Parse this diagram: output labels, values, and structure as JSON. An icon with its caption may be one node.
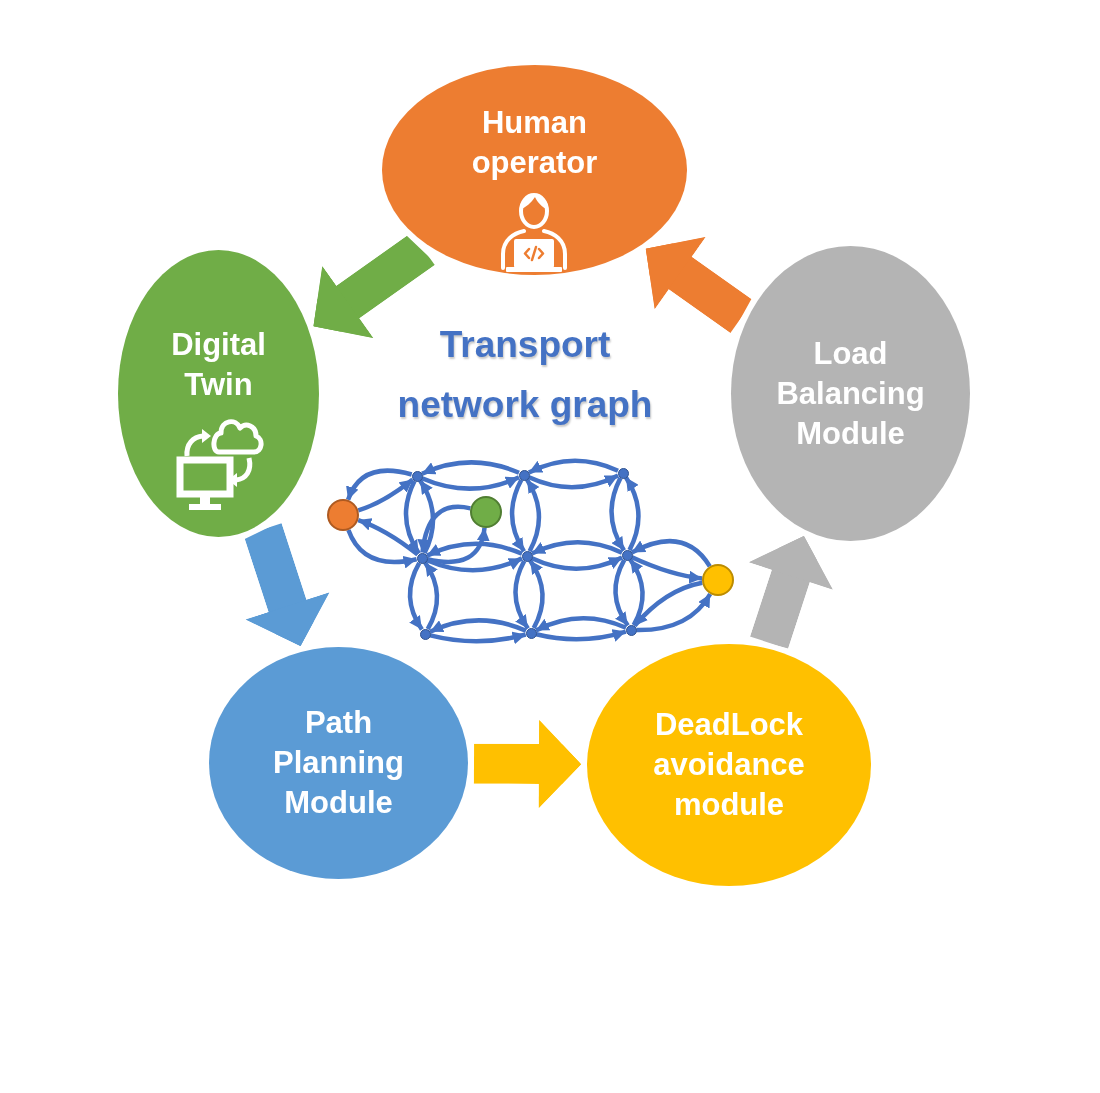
{
  "diagram": {
    "nodes": [
      {
        "text": [
          "Human operator"
        ]
      },
      {
        "text": [
          "Digital Twin"
        ]
      },
      {
        "text": [
          "Load Balancing Module"
        ]
      },
      {
        "text": [
          "Path Planning Module"
        ]
      },
      {
        "text": [
          "DeadLock avoidance module"
        ]
      },
      {
        "text": [],
        "shape": "circle"
      },
      {
        "text": [],
        "shape": "circle"
      },
      {
        "text": [],
        "shape": "circle"
      },
      {
        "text": [],
        "shape": "circle"
      },
      {
        "text": [],
        "shape": "circle"
      },
      {
        "text": [],
        "shape": "circle"
      },
      {
        "text": [],
        "shape": "circle"
      },
      {
        "text": [],
        "shape": "circle"
      },
      {
        "text": [],
        "shape": "circle"
      },
      {
        "text": [],
        "shape": "circle"
      },
      {
        "text": [],
        "shape": "circle"
      },
      {
        "text": [],
        "shape": "circle"
      }
    ],
    "edges": [
      {
        "from": 0,
        "to": 1,
        "arrow": "to",
        "style": "thick",
        "color": "#70ad47"
      },
      {
        "from": 1,
        "to": 3,
        "arrow": "to",
        "style": "thick",
        "color": "#5b9bd5"
      },
      {
        "from": 3,
        "to": 4,
        "arrow": "to",
        "style": "thick",
        "color": "#ffc000"
      },
      {
        "from": 4,
        "to": 2,
        "arrow": "to",
        "style": "thick",
        "color": "#b4b4b4"
      },
      {
        "from": 2,
        "to": 0,
        "arrow": "to",
        "style": "thick",
        "color": "#ed7d31"
      },
      {
        "from": 6,
        "to": 5,
        "arrow": "to"
      },
      {
        "from": 5,
        "to": 6,
        "arrow": "to"
      },
      {
        "from": 7,
        "to": 6,
        "arrow": "to"
      },
      {
        "from": 6,
        "to": 7,
        "arrow": "to"
      },
      {
        "from": 5,
        "to": 10,
        "arrow": "to"
      },
      {
        "from": 10,
        "to": 5,
        "arrow": "to"
      },
      {
        "from": 6,
        "to": 11,
        "arrow": "to"
      },
      {
        "from": 11,
        "to": 6,
        "arrow": "to"
      },
      {
        "from": 7,
        "to": 12,
        "arrow": "to"
      },
      {
        "from": 12,
        "to": 7,
        "arrow": "to"
      },
      {
        "from": 11,
        "to": 10,
        "arrow": "to"
      },
      {
        "from": 10,
        "to": 11,
        "arrow": "to"
      },
      {
        "from": 12,
        "to": 11,
        "arrow": "to"
      },
      {
        "from": 11,
        "to": 12,
        "arrow": "to"
      },
      {
        "from": 10,
        "to": 14,
        "arrow": "to"
      },
      {
        "from": 14,
        "to": 10,
        "arrow": "to"
      },
      {
        "from": 11,
        "to": 15,
        "arrow": "to"
      },
      {
        "from": 15,
        "to": 11,
        "arrow": "to"
      },
      {
        "from": 12,
        "to": 16,
        "arrow": "to"
      },
      {
        "from": 16,
        "to": 12,
        "arrow": "to"
      },
      {
        "from": 15,
        "to": 14,
        "arrow": "to"
      },
      {
        "from": 14,
        "to": 15,
        "arrow": "to"
      },
      {
        "from": 16,
        "to": 15,
        "arrow": "to"
      },
      {
        "from": 15,
        "to": 16,
        "arrow": "to"
      },
      {
        "from": 5,
        "to": 8,
        "arrow": "to"
      },
      {
        "from": 8,
        "to": 5,
        "arrow": "to"
      },
      {
        "from": 8,
        "to": 10,
        "arrow": "to"
      },
      {
        "from": 10,
        "to": 8,
        "arrow": "to"
      },
      {
        "from": 9,
        "to": 10,
        "arrow": "to"
      },
      {
        "from": 10,
        "to": 9,
        "arrow": "to"
      },
      {
        "from": 12,
        "to": 13,
        "arrow": "to"
      },
      {
        "from": 13,
        "to": 12,
        "arrow": "to"
      },
      {
        "from": 16,
        "to": 13,
        "arrow": "to"
      },
      {
        "from": 13,
        "to": 16,
        "arrow": "to"
      }
    ],
    "labels": [
      "Transport network graph"
    ]
  }
}
